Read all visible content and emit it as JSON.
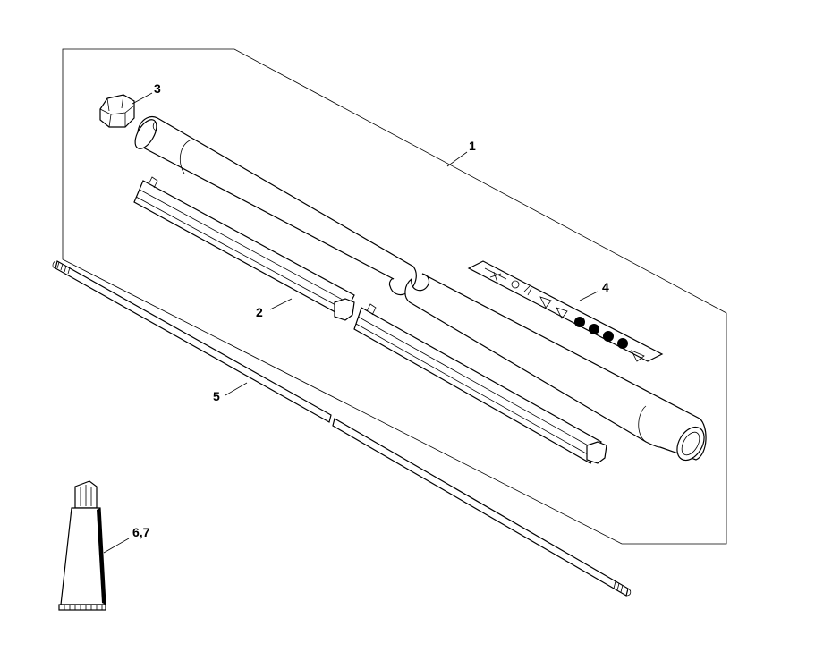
{
  "diagram": {
    "callouts": {
      "c1": "1",
      "c2": "2",
      "c3": "3",
      "c4": "4",
      "c5": "5",
      "c67": "6,7"
    }
  }
}
